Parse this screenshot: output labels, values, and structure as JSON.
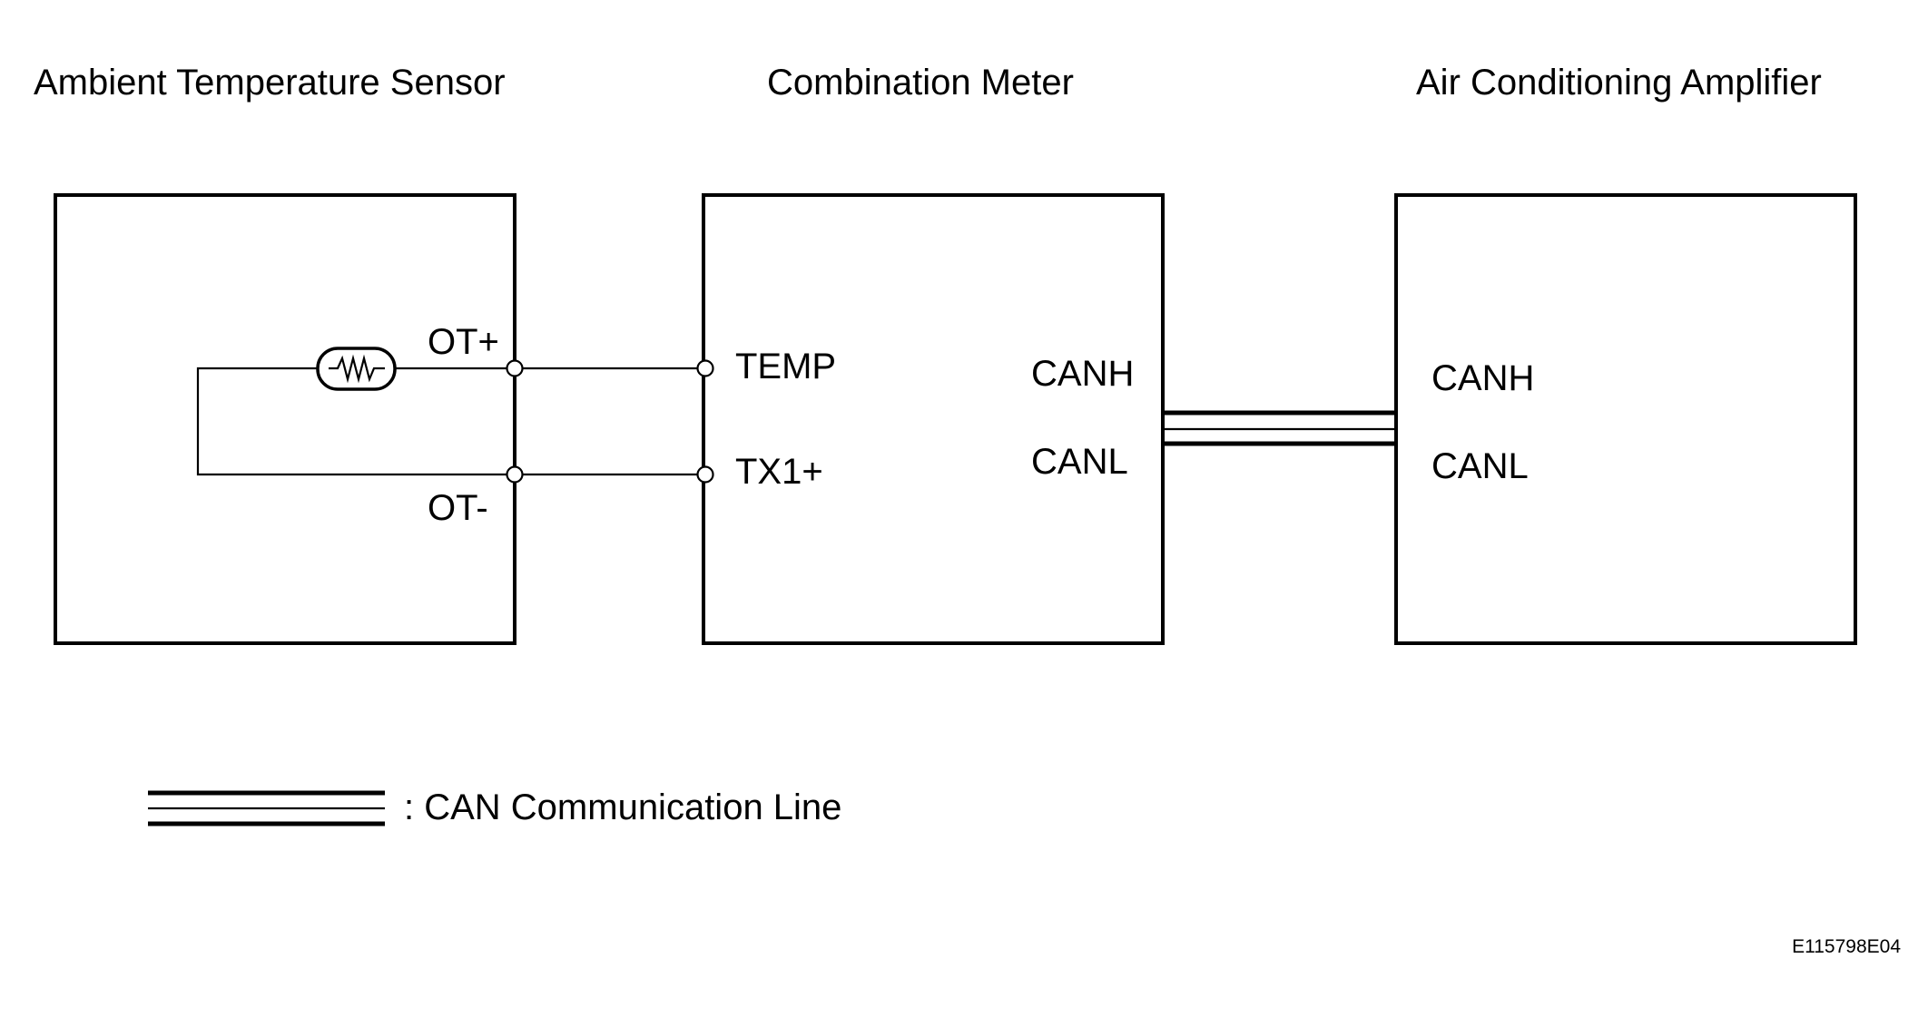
{
  "components": {
    "sensor": {
      "title": "Ambient Temperature Sensor",
      "pin_top": "OT+",
      "pin_bottom": "OT-"
    },
    "meter": {
      "title": "Combination Meter",
      "pin_temp": "TEMP",
      "pin_tx": "TX1+",
      "pin_canh": "CANH",
      "pin_canl": "CANL"
    },
    "amplifier": {
      "title": "Air Conditioning Amplifier",
      "pin_canh": "CANH",
      "pin_canl": "CANL"
    }
  },
  "legend": {
    "can_line_label": ": CAN Communication Line"
  },
  "figure_code": "E115798E04"
}
